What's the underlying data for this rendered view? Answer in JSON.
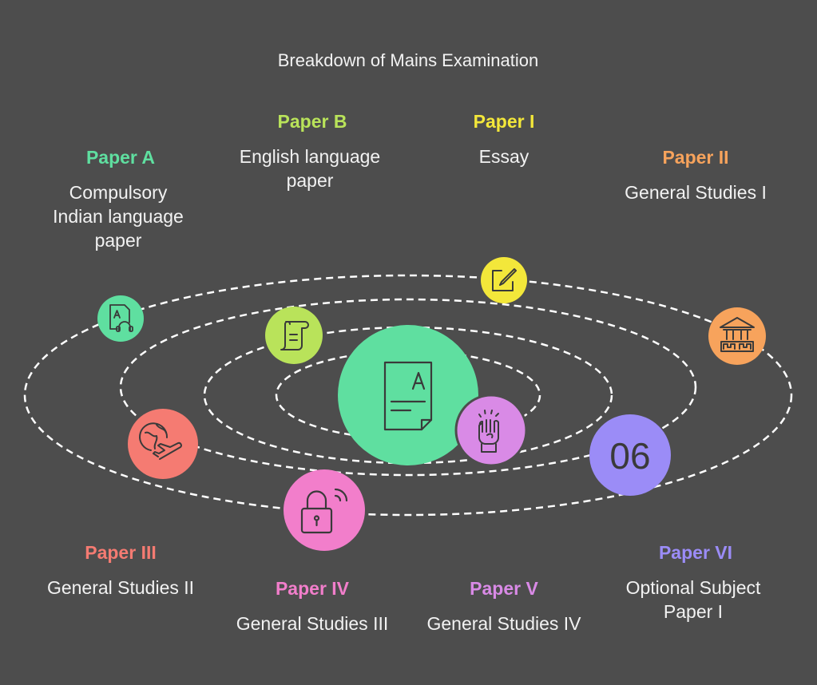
{
  "title": "Breakdown of Mains Examination",
  "papers": [
    {
      "title": "Paper A",
      "desc": "Compulsory\nIndian language\npaper",
      "color": "#5fdfa0",
      "icon": "language-document-headset-icon"
    },
    {
      "title": "Paper B",
      "desc": "English language\npaper",
      "color": "#b9e35a",
      "icon": "scroll-icon"
    },
    {
      "title": "Paper I",
      "desc": "Essay",
      "color": "#f3e73a",
      "icon": "pen-on-paper-icon"
    },
    {
      "title": "Paper II",
      "desc": "General Studies I",
      "color": "#f7a35c",
      "icon": "classical-building-icon"
    },
    {
      "title": "Paper III",
      "desc": "General Studies II",
      "color": "#f57b72",
      "icon": "globe-airplane-icon"
    },
    {
      "title": "Paper IV",
      "desc": "General Studies III",
      "color": "#f27ecb",
      "icon": "lock-signal-icon"
    },
    {
      "title": "Paper V",
      "desc": "General Studies IV",
      "color": "#d98ae6",
      "icon": "raised-fist-icon"
    },
    {
      "title": "Paper VI",
      "desc": "Optional Subject\nPaper I",
      "color": "#9b8cf7",
      "icon": "number-06-icon"
    }
  ],
  "center": {
    "color": "#5fdfa0",
    "icon": "document-letter-a-icon"
  },
  "number_label": "06"
}
